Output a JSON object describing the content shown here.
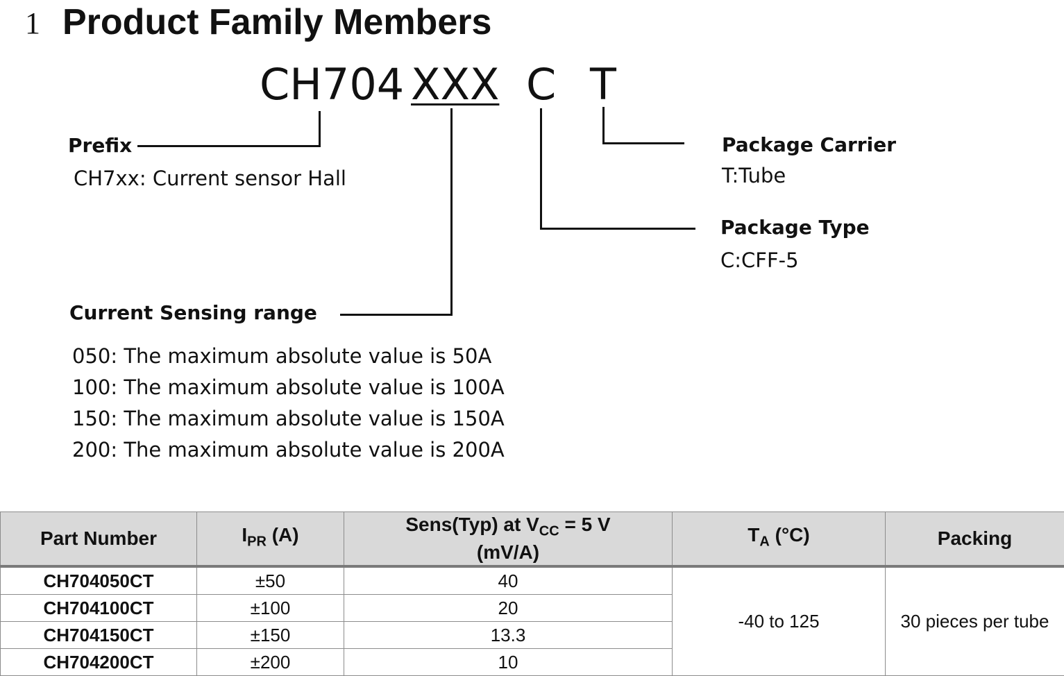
{
  "section": {
    "number": "1",
    "title": "Product Family Members"
  },
  "code": {
    "prefix": "CH704",
    "range": "XXX",
    "type": "C",
    "carrier": "T"
  },
  "prefix": {
    "label": "Prefix",
    "desc": "CH7xx: Current sensor Hall"
  },
  "carrier": {
    "label": "Package Carrier",
    "desc": "T:Tube"
  },
  "package_type": {
    "label": "Package Type",
    "desc": "C:CFF-5"
  },
  "range": {
    "label": "Current Sensing range",
    "items": [
      "050: The maximum absolute value is 50A",
      "100: The maximum absolute value is 100A",
      "150: The maximum absolute value is 150A",
      "200: The maximum absolute value is 200A"
    ]
  },
  "table": {
    "headers": {
      "part_number": "Part Number",
      "ipr_main": "I",
      "ipr_sub": "PR",
      "ipr_unit": " (A)",
      "sens_line1_a": "Sens(Typ) at V",
      "sens_line1_sub": "CC",
      "sens_line1_b": " = 5 V",
      "sens_line2": "(mV/A)",
      "ta_main": "T",
      "ta_sub": "A",
      "ta_unit": " (°C)",
      "packing": "Packing"
    },
    "rows": [
      {
        "part": "CH704050CT",
        "ipr": "±50",
        "sens": "40"
      },
      {
        "part": "CH704100CT",
        "ipr": "±100",
        "sens": "20"
      },
      {
        "part": "CH704150CT",
        "ipr": "±150",
        "sens": "13.3"
      },
      {
        "part": "CH704200CT",
        "ipr": "±200",
        "sens": "10"
      }
    ],
    "ta_value": "-40 to 125",
    "packing_value": "30 pieces per tube"
  }
}
